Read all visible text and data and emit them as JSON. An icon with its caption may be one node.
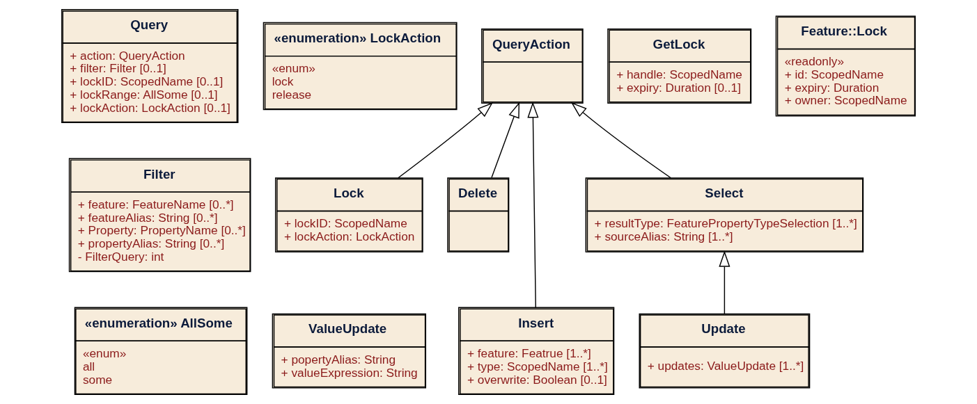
{
  "diagram": {
    "nodes": [
      {
        "text": [
          "Query",
          "+ action: QueryAction",
          "+ filter: Filter [0..1]",
          "+ lockID: ScopedName [0..1]",
          "+ lockRange: AllSome [0..1]",
          "+ lockAction: LockAction [0..1]"
        ]
      },
      {
        "text": [
          "«enumeration» LockAction",
          "«enum»",
          "lock",
          "release"
        ]
      },
      {
        "text": [
          "QueryAction"
        ]
      },
      {
        "text": [
          "GetLock",
          "+ handle: ScopedName",
          "+ expiry: Duration [0..1]"
        ]
      },
      {
        "text": [
          "Feature::Lock",
          "«readonly»",
          "+ id: ScopedName",
          "+ expiry: Duration",
          "+ owner: ScopedName"
        ]
      },
      {
        "text": [
          "Filter",
          "+ feature: FeatureName [0..*]",
          "+ featureAlias: String [0..*]",
          "+ Property: PropertyName [0..*]",
          "+ propertyAlias: String [0..*]",
          "- FilterQuery: int"
        ]
      },
      {
        "text": [
          "Lock",
          "+ lockID: ScopedName",
          "+ lockAction: LockAction"
        ]
      },
      {
        "text": [
          "Delete"
        ]
      },
      {
        "text": [
          "Select",
          "+ resultType: FeaturePropertyTypeSelection [1..*]",
          "+ sourceAlias: String [1..*]"
        ]
      },
      {
        "text": [
          "«enumeration» AllSome",
          "«enum»",
          "all",
          "some"
        ]
      },
      {
        "text": [
          "ValueUpdate",
          "+ popertyAlias: String",
          "+ valueExpression: String"
        ]
      },
      {
        "text": [
          "Insert",
          "+ feature: Featrue [1..*]",
          "+ type: ScopedName [1..*]",
          "+ overwrite: Boolean [0..1]"
        ]
      },
      {
        "text": [
          "Update",
          "+ updates: ValueUpdate [1..*]"
        ]
      }
    ],
    "edges": [
      {
        "from": 6,
        "to": 2,
        "arrow": "to"
      },
      {
        "from": 7,
        "to": 2,
        "arrow": "to"
      },
      {
        "from": 11,
        "to": 2,
        "arrow": "to"
      },
      {
        "from": 8,
        "to": 2,
        "arrow": "to"
      },
      {
        "from": 12,
        "to": 8,
        "arrow": "to"
      }
    ]
  }
}
